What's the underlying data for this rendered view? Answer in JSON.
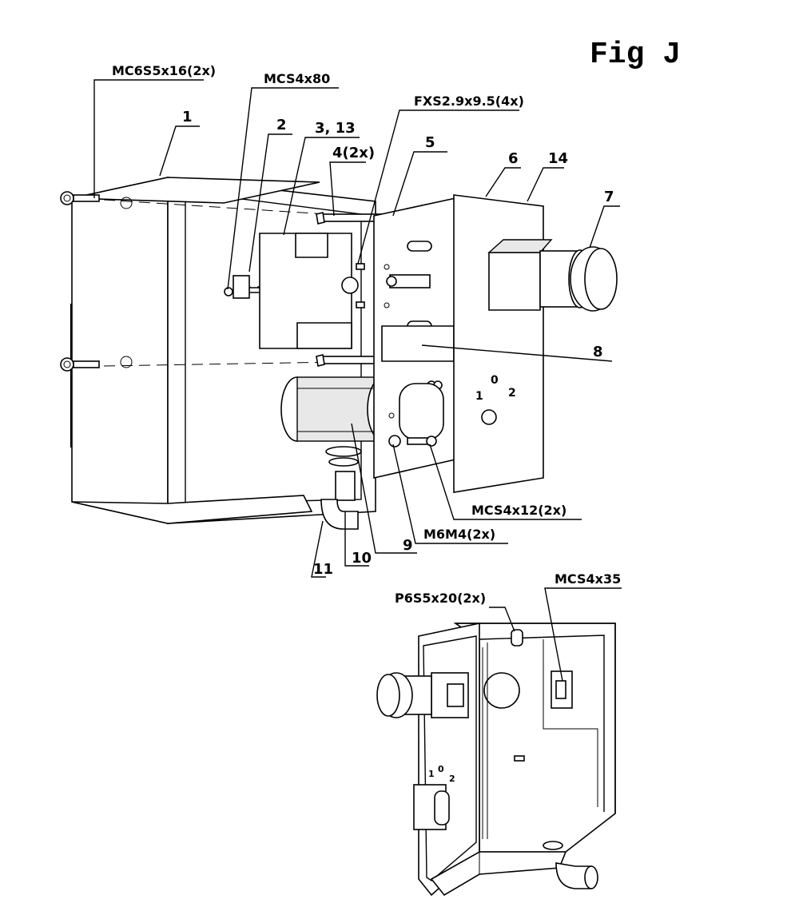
{
  "figure": {
    "title": "Fig J"
  },
  "callouts": {
    "mc6s5x16": "MC6S5x16(2x)",
    "mcs4x80": "MCS4x80",
    "fxs": "FXS2.9x9.5(4x)",
    "mcs4x12": "MCS4x12(2x)",
    "m6m4": "M6M4(2x)",
    "p6s5x20": "P6S5x20(2x)",
    "mcs4x35": "MCS4x35"
  },
  "part_numbers": {
    "p1": "1",
    "p2": "2",
    "p3_13": "3, 13",
    "p4": "4(2x)",
    "p5": "5",
    "p6": "6",
    "p14": "14",
    "p7": "7",
    "p8": "8",
    "p9": "9",
    "p10": "10",
    "p11": "11"
  },
  "dial_labels": {
    "top_view": {
      "one": "1",
      "zero": "0",
      "two": "2"
    },
    "bottom_view": {
      "one": "1",
      "zero": "0",
      "two": "2"
    }
  }
}
